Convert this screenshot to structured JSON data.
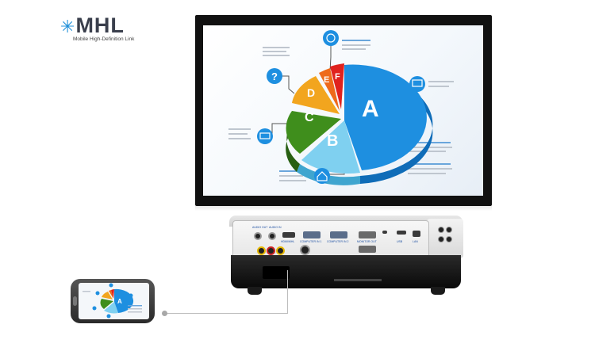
{
  "brand": {
    "logo_text": "MHL",
    "logo_tagline": "Mobile High-Definition Link"
  },
  "pie_chart": {
    "slices": [
      {
        "label": "A",
        "color": "#1e8fe0"
      },
      {
        "label": "B",
        "color": "#7fd0f0"
      },
      {
        "label": "C",
        "color": "#3f8e1c"
      },
      {
        "label": "D",
        "color": "#f2a51e"
      },
      {
        "label": "E",
        "color": "#ee6a1a"
      },
      {
        "label": "F",
        "color": "#e0221e"
      }
    ]
  },
  "icons": [
    "globe-icon",
    "question-icon",
    "monitor-icon",
    "laptop-icon",
    "home-icon",
    "presenter-icon"
  ],
  "projector_ports": {
    "audio_out": "AUDIO OUT",
    "audio_in": "AUDIO IN",
    "hdmi_mhl": "HDMI/MHL",
    "computer_in_1": "COMPUTER IN 1",
    "computer_in_2": "COMPUTER IN 2",
    "monitor_out": "MONITOR OUT",
    "usb": "USB",
    "lan": "LAN"
  }
}
